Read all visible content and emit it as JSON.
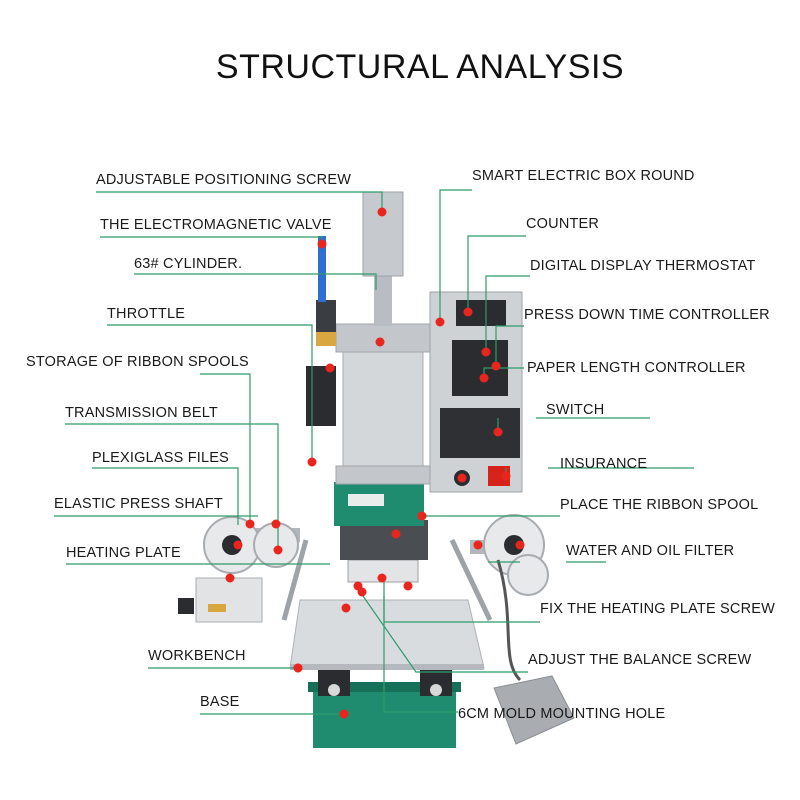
{
  "title": "STRUCTURAL ANALYSIS",
  "colors": {
    "leader_line": "#2e9b6a",
    "marker_dot": "#e8261e",
    "machine_green": "#1f8c70",
    "machine_metal": "#c9ccd0",
    "machine_dark": "#2a2c30"
  },
  "labels": {
    "left": [
      "ADJUSTABLE POSITIONING SCREW",
      "THE ELECTROMAGNETIC VALVE",
      "63# CYLINDER.",
      "THROTTLE",
      "STORAGE OF RIBBON SPOOLS",
      "TRANSMISSION BELT",
      "PLEXIGLASS FILES",
      "ELASTIC PRESS SHAFT",
      "HEATING PLATE",
      "WORKBENCH",
      "BASE"
    ],
    "right": [
      "SMART ELECTRIC BOX ROUND",
      "COUNTER",
      "DIGITAL DISPLAY THERMOSTAT",
      "PRESS DOWN TIME CONTROLLER",
      "PAPER LENGTH CONTROLLER",
      "SWITCH",
      "INSURANCE",
      "PLACE THE RIBBON SPOOL",
      "WATER AND OIL FILTER",
      "FIX THE HEATING PLATE SCREW",
      "ADJUST THE BALANCE SCREW",
      "6CM MOLD MOUNTING HOLE"
    ]
  }
}
